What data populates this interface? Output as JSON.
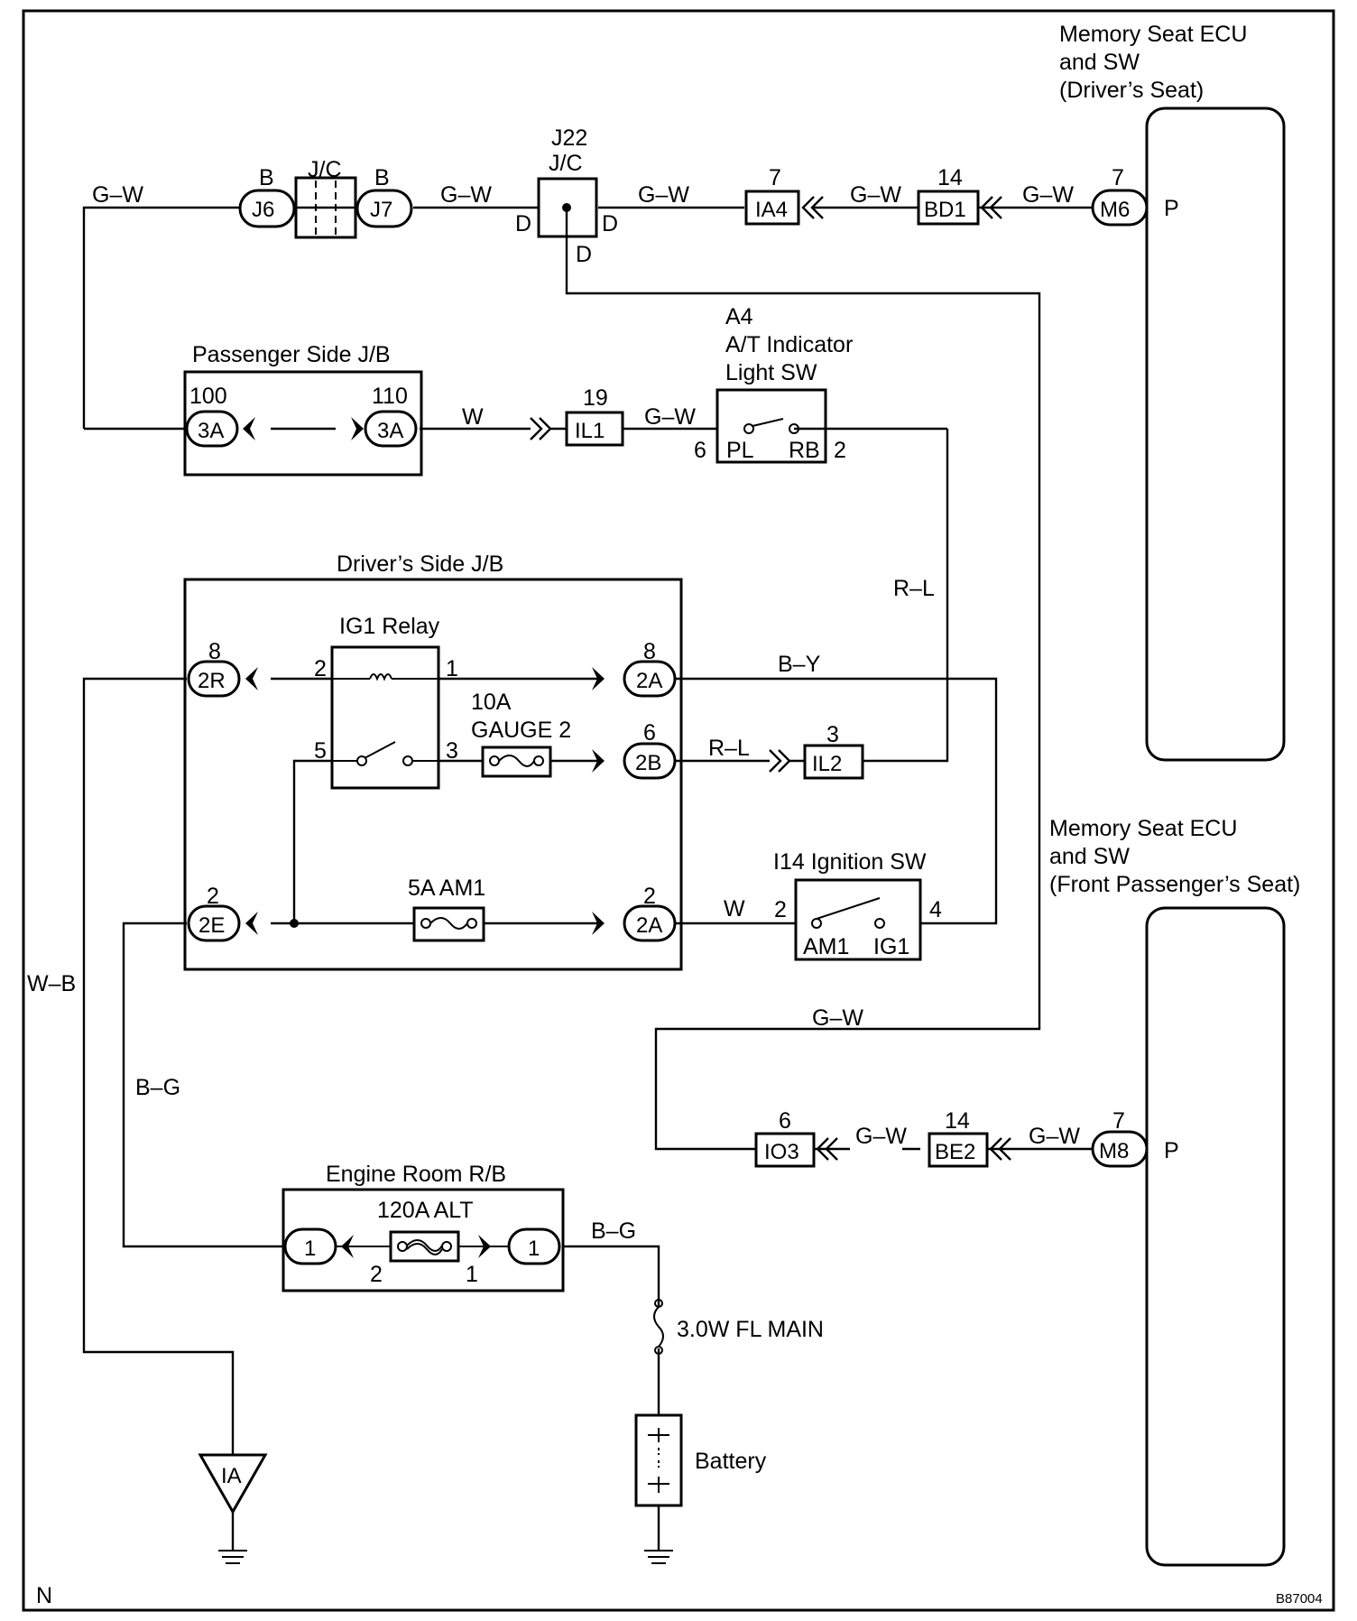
{
  "ecu_driver": {
    "name": [
      "Memory Seat ECU",
      "and SW",
      "(Driver’s Seat)"
    ],
    "pin": "P"
  },
  "ecu_passenger": {
    "name": [
      "Memory Seat ECU",
      "and SW",
      "(Front Passenger’s Seat)"
    ],
    "pin": "P"
  },
  "junctions": {
    "jc": {
      "label": "J/C",
      "left_connector": "J6",
      "right_connector": "J7",
      "left_pin": "B",
      "right_pin": "B"
    },
    "j22": {
      "label": [
        "J22",
        "J/C"
      ],
      "pin_left": "D",
      "pin_right": "D",
      "pin_bottom": "D"
    }
  },
  "connectors": {
    "ia4": {
      "id": "IA4",
      "pin": "7"
    },
    "bd1": {
      "id": "BD1",
      "pin": "14"
    },
    "m6": {
      "id": "M6",
      "pin": "7"
    },
    "il1": {
      "id": "IL1",
      "pin": "19"
    },
    "il2": {
      "id": "IL2",
      "pin": "3"
    },
    "io3": {
      "id": "IO3",
      "pin": "6"
    },
    "be2": {
      "id": "BE2",
      "pin": "14"
    },
    "m8": {
      "id": "M8",
      "pin": "7"
    }
  },
  "passenger_jb": {
    "title": "Passenger Side J/B",
    "left": {
      "id": "3A",
      "pin": "100"
    },
    "right": {
      "id": "3A",
      "pin": "110"
    }
  },
  "at_switch": {
    "title": [
      "A4",
      "A/T Indicator",
      "Light SW"
    ],
    "pin_left": "6",
    "pin_right": "2",
    "term_left": "PL",
    "term_right": "RB"
  },
  "driver_jb": {
    "title": "Driver’s Side J/B",
    "relay": {
      "title": "IG1 Relay",
      "pins": [
        "2",
        "1",
        "5",
        "3"
      ]
    },
    "fuse_gauge": {
      "label": [
        "10A",
        "GAUGE 2"
      ]
    },
    "fuse_am1": {
      "label": "5A AM1"
    },
    "c2r": {
      "id": "2R",
      "pin": "8"
    },
    "c2a_top": {
      "id": "2A",
      "pin": "8"
    },
    "c2b": {
      "id": "2B",
      "pin": "6"
    },
    "c2e": {
      "id": "2E",
      "pin": "2"
    },
    "c2a_bottom": {
      "id": "2A",
      "pin": "2"
    }
  },
  "ignition_switch": {
    "title": "I14 Ignition SW",
    "pin_left": "2",
    "pin_right": "4",
    "term_left": "AM1",
    "term_right": "IG1"
  },
  "engine_rb": {
    "title": "Engine Room R/B",
    "fuse": "120A ALT",
    "left": {
      "id": "1",
      "pin": "2"
    },
    "right": {
      "id": "1",
      "pin": "1"
    }
  },
  "fusible_link": "3.0W FL MAIN",
  "battery": "Battery",
  "ground": "IA",
  "wires": {
    "gw_1": "G–W",
    "gw_2": "G–W",
    "gw_3": "G–W",
    "gw_4": "G–W",
    "gw_5": "G–W",
    "gw_6": "G–W",
    "gw_7": "G–W",
    "gw_8": "G–W",
    "gw_9": "G–W",
    "w_1": "W",
    "w_2": "W",
    "rl_1": "R–L",
    "rl_2": "R–L",
    "by": "B–Y",
    "wb": "W–B",
    "bg_1": "B–G",
    "bg_2": "B–G"
  },
  "corner_left": "N",
  "figure_code": "B87004"
}
